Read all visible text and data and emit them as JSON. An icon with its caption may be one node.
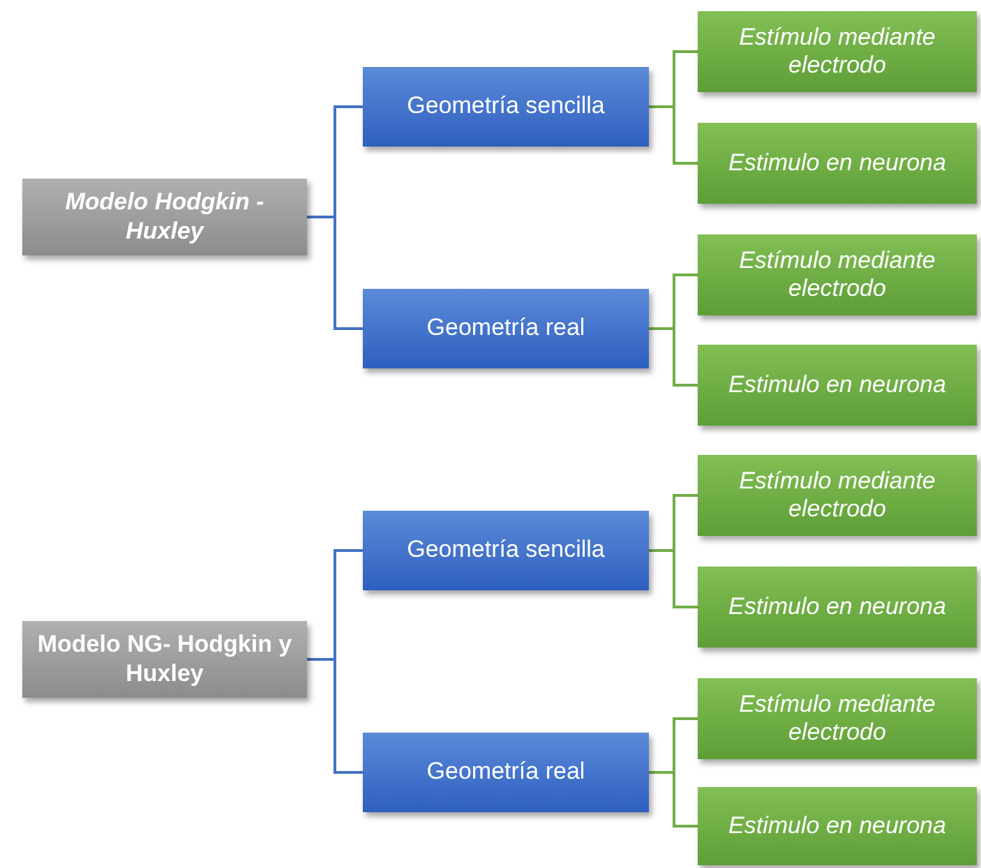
{
  "diagram": {
    "nodes": [
      {
        "text": [
          "Modelo Hodgkin - Huxley"
        ]
      },
      {
        "text": [
          "Geometría sencilla"
        ]
      },
      {
        "text": [
          "Estímulo mediante electrodo"
        ]
      },
      {
        "text": [
          "Estimulo en neurona"
        ]
      },
      {
        "text": [
          "Geometría real"
        ]
      },
      {
        "text": [
          "Estímulo mediante electrodo"
        ]
      },
      {
        "text": [
          "Estimulo en neurona"
        ]
      },
      {
        "text": [
          "Modelo NG- Hodgkin y Huxley"
        ]
      },
      {
        "text": [
          "Geometría sencilla"
        ]
      },
      {
        "text": [
          "Estímulo mediante electrodo"
        ]
      },
      {
        "text": [
          "Estimulo en neurona"
        ]
      },
      {
        "text": [
          "Geometría real"
        ]
      },
      {
        "text": [
          "Estímulo mediante electrodo"
        ]
      },
      {
        "text": [
          "Estimulo en neurona"
        ]
      }
    ],
    "edges": [
      {
        "from": 0,
        "to": 1,
        "arrow": "none",
        "color": "#4472c4"
      },
      {
        "from": 0,
        "to": 4,
        "arrow": "none",
        "color": "#4472c4"
      },
      {
        "from": 1,
        "to": 2,
        "arrow": "none"
      },
      {
        "from": 1,
        "to": 3,
        "arrow": "none"
      },
      {
        "from": 4,
        "to": 5,
        "arrow": "none"
      },
      {
        "from": 4,
        "to": 6,
        "arrow": "none"
      },
      {
        "from": 7,
        "to": 8,
        "arrow": "none",
        "color": "#4472c4"
      },
      {
        "from": 7,
        "to": 11,
        "arrow": "none",
        "color": "#4472c4"
      },
      {
        "from": 8,
        "to": 9,
        "arrow": "none"
      },
      {
        "from": 8,
        "to": 10,
        "arrow": "none"
      },
      {
        "from": 11,
        "to": 12,
        "arrow": "none"
      },
      {
        "from": 11,
        "to": 13,
        "arrow": "none"
      }
    ]
  }
}
